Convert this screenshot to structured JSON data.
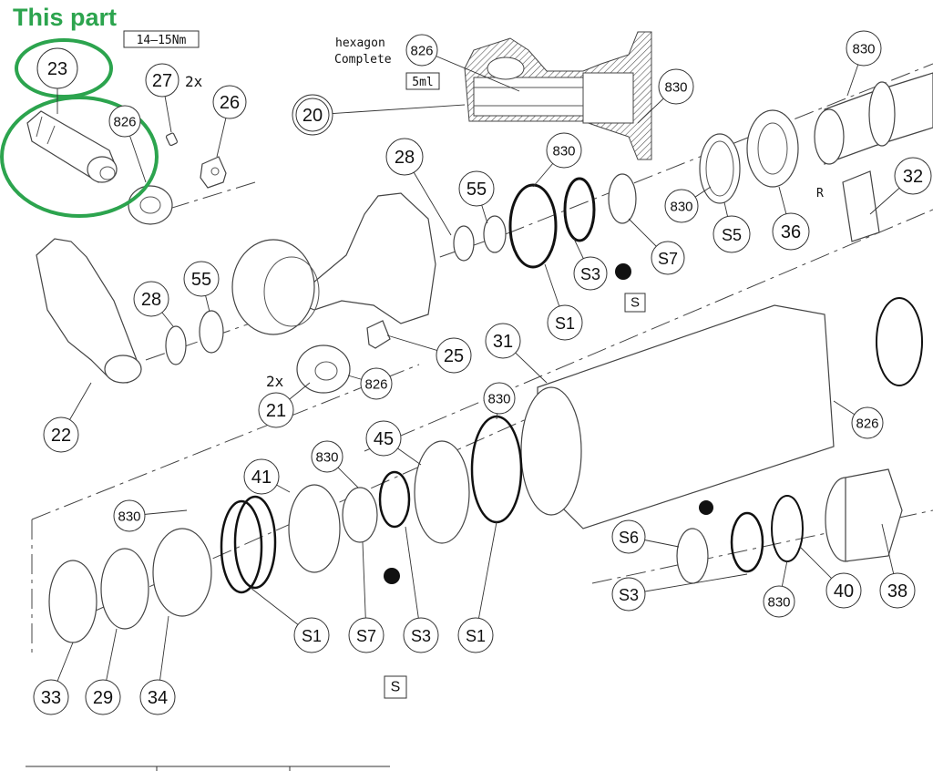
{
  "annotation": {
    "title": "This part",
    "highlight_color": "#2ca44e",
    "highlighted_part": "23"
  },
  "notes": {
    "torque": "14–15Nm",
    "multiplier_27": "2x",
    "multiplier_21": "2x",
    "hexagon_line1": "hexagon",
    "hexagon_line2": "Complete",
    "grease_amount": "5ml",
    "radius_label": "R"
  },
  "callouts": [
    {
      "id": "c23",
      "label": "23"
    },
    {
      "id": "c27",
      "label": "27"
    },
    {
      "id": "c26",
      "label": "26"
    },
    {
      "id": "c826a",
      "label": "826"
    },
    {
      "id": "c826b",
      "label": "826"
    },
    {
      "id": "c20",
      "label": "20"
    },
    {
      "id": "c28a",
      "label": "28"
    },
    {
      "id": "c55a",
      "label": "55"
    },
    {
      "id": "c830a",
      "label": "830"
    },
    {
      "id": "c830b",
      "label": "830"
    },
    {
      "id": "c830c",
      "label": "830"
    },
    {
      "id": "c830d",
      "label": "830"
    },
    {
      "id": "cS3a",
      "label": "S3"
    },
    {
      "id": "cS7a",
      "label": "S7"
    },
    {
      "id": "cS1a",
      "label": "S1"
    },
    {
      "id": "cS5",
      "label": "S5"
    },
    {
      "id": "c36",
      "label": "36"
    },
    {
      "id": "c32",
      "label": "32"
    },
    {
      "id": "c28b",
      "label": "28"
    },
    {
      "id": "c55b",
      "label": "55"
    },
    {
      "id": "c25",
      "label": "25"
    },
    {
      "id": "c31",
      "label": "31"
    },
    {
      "id": "c826c",
      "label": "826"
    },
    {
      "id": "c21",
      "label": "21"
    },
    {
      "id": "c22",
      "label": "22"
    },
    {
      "id": "c830e",
      "label": "830"
    },
    {
      "id": "c45",
      "label": "45"
    },
    {
      "id": "c826d",
      "label": "826"
    },
    {
      "id": "c830f",
      "label": "830"
    },
    {
      "id": "c41",
      "label": "41"
    },
    {
      "id": "c830g",
      "label": "830"
    },
    {
      "id": "cS6",
      "label": "S6"
    },
    {
      "id": "cS3b",
      "label": "S3"
    },
    {
      "id": "c830h",
      "label": "830"
    },
    {
      "id": "c40",
      "label": "40"
    },
    {
      "id": "c38",
      "label": "38"
    },
    {
      "id": "cS1b",
      "label": "S1"
    },
    {
      "id": "cS7b",
      "label": "S7"
    },
    {
      "id": "cS3c",
      "label": "S3"
    },
    {
      "id": "cS1c",
      "label": "S1"
    },
    {
      "id": "c33",
      "label": "33"
    },
    {
      "id": "c29",
      "label": "29"
    },
    {
      "id": "c34",
      "label": "34"
    }
  ],
  "seal_kit_label_top": "S",
  "seal_kit_label_bottom": "S"
}
